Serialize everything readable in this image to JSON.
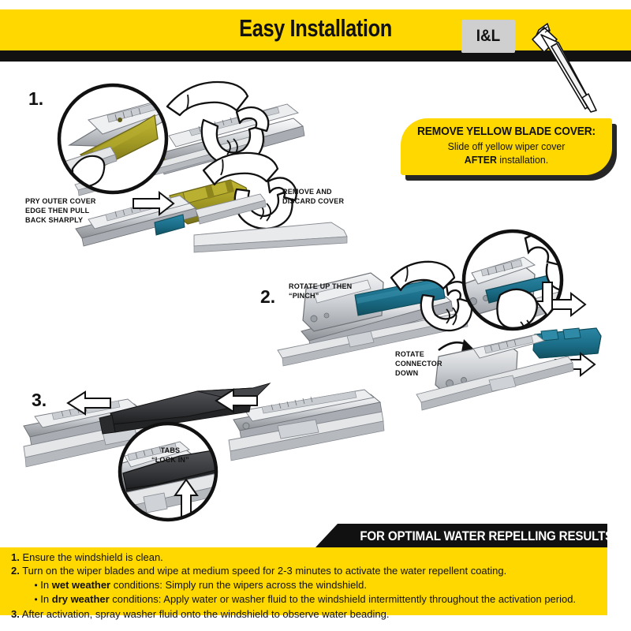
{
  "header": {
    "title": "Easy Installation",
    "badge_label": "I&L",
    "blade_icon": "wiper-blade-icon"
  },
  "notice": {
    "line1": "REMOVE YELLOW BLADE COVER:",
    "line2": "Slide off yellow wiper cover",
    "line3_bold": "AFTER",
    "line3_rest": " installation."
  },
  "steps": [
    {
      "number": "1.",
      "callouts": [
        "PRY OUTER COVER\nEDGE THEN PULL\nBACK SHARPLY",
        "REMOVE AND\nDISCARD COVER"
      ]
    },
    {
      "number": "2.",
      "callouts": [
        "ROTATE UP THEN\n“PINCH”",
        "ROTATE\nCONNECTOR\nDOWN"
      ]
    },
    {
      "number": "3.",
      "callouts": [
        "TABS\n“LOCK IN”"
      ]
    }
  ],
  "step_labels": {
    "s1_num": "1.",
    "s1_pry": "PRY OUTER COVER",
    "s1_pry2": "EDGE THEN PULL",
    "s1_pry3": "BACK SHARPLY",
    "s1_remove": "REMOVE AND",
    "s1_remove2": "DISCARD COVER",
    "s2_num": "2.",
    "s2_rotate": "ROTATE UP THEN",
    "s2_rotate2": "“PINCH”",
    "s2_conn": "ROTATE",
    "s2_conn2": "CONNECTOR",
    "s2_conn3": "DOWN",
    "s3_num": "3.",
    "s3_tabs": "TABS",
    "s3_tabs2": "“LOCK IN”"
  },
  "footer": {
    "banner_title": "FOR OPTIMAL WATER REPELLING RESULTS:",
    "items": [
      {
        "num": "1.",
        "text": " Ensure the windshield is clean."
      },
      {
        "num": "2.",
        "text": " Turn on the wiper blades and wipe at medium speed for 2-3 minutes to activate the water repellent coating."
      },
      {
        "num": "3.",
        "text": " After activation, spray washer fluid onto the windshield to observe water beading."
      }
    ],
    "bullets": [
      {
        "pre": "In ",
        "bold": "wet weather",
        "post": " conditions: Simply run the wipers across the windshield."
      },
      {
        "pre": "In ",
        "bold": "dry weather",
        "post": " conditions: Apply water or washer fluid to the windshield intermittently throughout the activation period."
      }
    ]
  },
  "colors": {
    "brand_yellow": "#FFD800",
    "black": "#111111",
    "cover_olive": "#A8A020",
    "connector_teal": "#1A6B85",
    "metal_light": "#e8e9eb",
    "metal_mid": "#b9bcc1",
    "metal_dark": "#8b8f95",
    "blade_black": "#3a3a3c",
    "badge_gray": "#cfcfcf"
  }
}
